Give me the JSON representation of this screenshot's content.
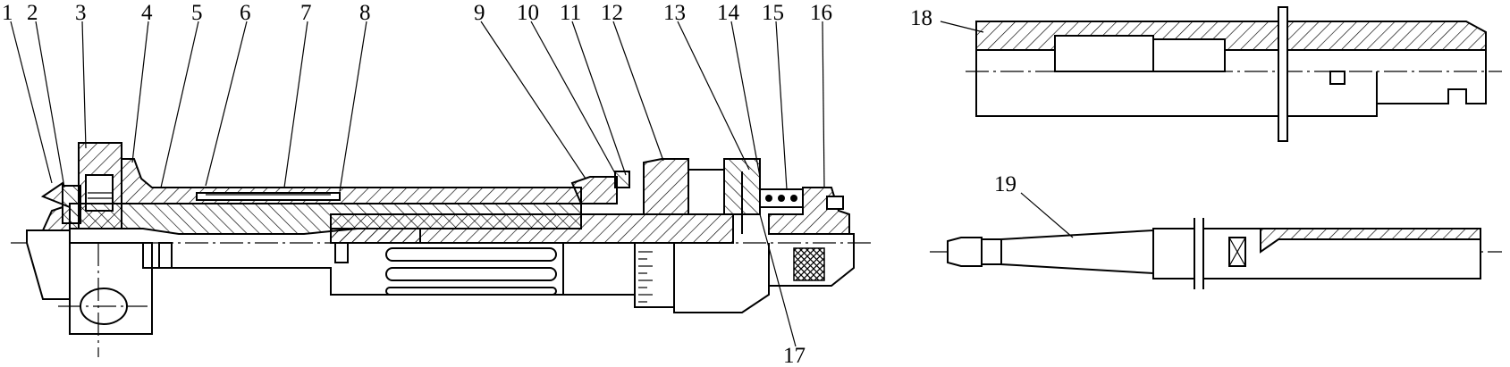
{
  "labels": {
    "l1": "1",
    "l2": "2",
    "l3": "3",
    "l4": "4",
    "l5": "5",
    "l6": "6",
    "l7": "7",
    "l8": "8",
    "l9": "9",
    "l10": "10",
    "l11": "11",
    "l12": "12",
    "l13": "13",
    "l14": "14",
    "l15": "15",
    "l16": "16",
    "l17": "17",
    "l18": "18",
    "l19": "19"
  },
  "colors": {
    "line": "#000000",
    "background": "#ffffff"
  }
}
